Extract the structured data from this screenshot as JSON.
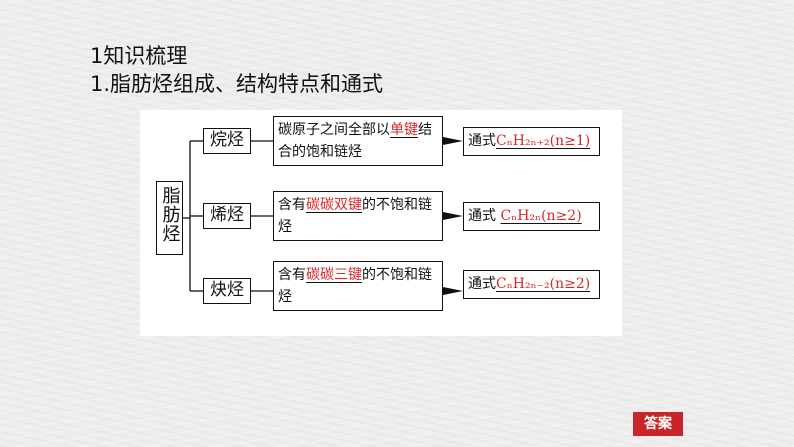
{
  "heading": {
    "line1": "1知识梳理",
    "line2": "1.脂肪烃组成、结构特点和通式"
  },
  "diagram": {
    "root": "脂肪烃",
    "rows": [
      {
        "category": "烷烃",
        "desc_before": "碳原子之间全部以",
        "desc_highlight": "单键",
        "desc_after": "结合的饱和链烃",
        "formula_prefix": "通式",
        "formula_red": "CₙH₂ₙ₊₂(n≥1)"
      },
      {
        "category": "烯烃",
        "desc_before": "含有",
        "desc_highlight": "碳碳双键",
        "desc_after": "的不饱和链烃",
        "formula_prefix": "通式",
        "formula_red": "CₙH₂ₙ(n≥2)"
      },
      {
        "category": "炔烃",
        "desc_before": "含有",
        "desc_highlight": "碳碳三键",
        "desc_after": "的不饱和链烃",
        "formula_prefix": "通式",
        "formula_red": "CₙH₂ₙ₋₂(n≥2)"
      }
    ]
  },
  "answer_button": "答案",
  "colors": {
    "accent_red": "#d62828",
    "button_red": "#c8252b"
  }
}
